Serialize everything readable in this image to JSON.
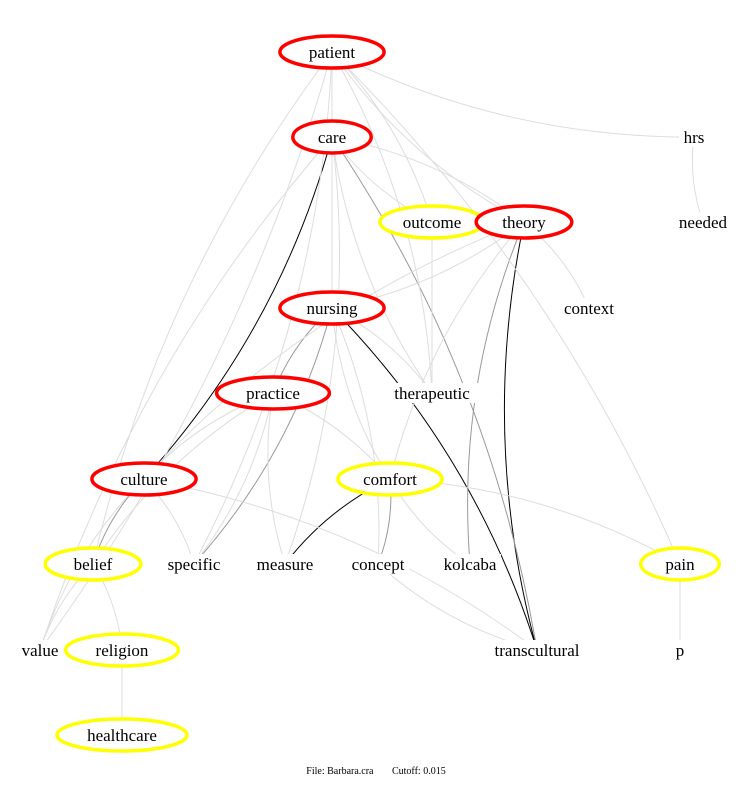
{
  "nodes": [
    {
      "id": "patient",
      "label": "patient",
      "status": "red"
    },
    {
      "id": "care",
      "label": "care",
      "status": "red"
    },
    {
      "id": "outcome",
      "label": "outcome",
      "status": "yellow"
    },
    {
      "id": "theory",
      "label": "theory",
      "status": "red"
    },
    {
      "id": "hrs",
      "label": "hrs",
      "status": "none"
    },
    {
      "id": "needed",
      "label": "needed",
      "status": "none"
    },
    {
      "id": "nursing",
      "label": "nursing",
      "status": "red"
    },
    {
      "id": "context",
      "label": "context",
      "status": "none"
    },
    {
      "id": "practice",
      "label": "practice",
      "status": "red"
    },
    {
      "id": "therapeutic",
      "label": "therapeutic",
      "status": "none"
    },
    {
      "id": "culture",
      "label": "culture",
      "status": "red"
    },
    {
      "id": "comfort",
      "label": "comfort",
      "status": "yellow"
    },
    {
      "id": "belief",
      "label": "belief",
      "status": "yellow"
    },
    {
      "id": "specific",
      "label": "specific",
      "status": "none"
    },
    {
      "id": "measure",
      "label": "measure",
      "status": "none"
    },
    {
      "id": "concept",
      "label": "concept",
      "status": "none"
    },
    {
      "id": "kolcaba",
      "label": "kolcaba",
      "status": "none"
    },
    {
      "id": "pain",
      "label": "pain",
      "status": "yellow"
    },
    {
      "id": "value",
      "label": "value",
      "status": "none"
    },
    {
      "id": "religion",
      "label": "religion",
      "status": "yellow"
    },
    {
      "id": "transcultural",
      "label": "transcultural",
      "status": "none"
    },
    {
      "id": "p",
      "label": "p",
      "status": "none"
    },
    {
      "id": "healthcare",
      "label": "healthcare",
      "status": "yellow"
    }
  ],
  "edges": [
    [
      "patient",
      "care",
      "strong"
    ],
    [
      "care",
      "nursing",
      "strong"
    ],
    [
      "care",
      "culture",
      "strong"
    ],
    [
      "theory",
      "transcultural",
      "strong"
    ],
    [
      "nursing",
      "transcultural",
      "strong"
    ],
    [
      "comfort",
      "measure",
      "strong"
    ],
    [
      "care",
      "transcultural",
      "medium"
    ],
    [
      "culture",
      "belief",
      "medium"
    ],
    [
      "nursing",
      "specific",
      "medium"
    ],
    [
      "nursing",
      "practice",
      "medium"
    ],
    [
      "comfort",
      "concept",
      "medium"
    ],
    [
      "theory",
      "kolcaba",
      "medium"
    ],
    [
      "patient",
      "outcome",
      "weak"
    ],
    [
      "patient",
      "theory",
      "weak"
    ],
    [
      "patient",
      "therapeutic",
      "weak"
    ],
    [
      "patient",
      "hrs",
      "weak"
    ],
    [
      "patient",
      "pain",
      "weak"
    ],
    [
      "patient",
      "belief",
      "weak"
    ],
    [
      "patient",
      "value",
      "weak"
    ],
    [
      "patient",
      "nursing",
      "weak"
    ],
    [
      "patient",
      "specific",
      "weak"
    ],
    [
      "care",
      "outcome",
      "weak"
    ],
    [
      "care",
      "theory",
      "weak"
    ],
    [
      "care",
      "therapeutic",
      "weak"
    ],
    [
      "care",
      "measure",
      "weak"
    ],
    [
      "care",
      "value",
      "weak"
    ],
    [
      "theory",
      "nursing",
      "weak"
    ],
    [
      "theory",
      "culture",
      "weak"
    ],
    [
      "theory",
      "context",
      "weak"
    ],
    [
      "theory",
      "comfort",
      "weak"
    ],
    [
      "outcome",
      "therapeutic",
      "weak"
    ],
    [
      "hrs",
      "needed",
      "weak"
    ],
    [
      "nursing",
      "therapeutic",
      "weak"
    ],
    [
      "nursing",
      "comfort",
      "weak"
    ],
    [
      "nursing",
      "concept",
      "weak"
    ],
    [
      "practice",
      "culture",
      "weak"
    ],
    [
      "practice",
      "comfort",
      "weak"
    ],
    [
      "practice",
      "measure",
      "weak"
    ],
    [
      "practice",
      "specific",
      "weak"
    ],
    [
      "practice",
      "belief",
      "weak"
    ],
    [
      "culture",
      "specific",
      "weak"
    ],
    [
      "culture",
      "value",
      "weak"
    ],
    [
      "culture",
      "transcultural",
      "weak"
    ],
    [
      "comfort",
      "kolcaba",
      "weak"
    ],
    [
      "comfort",
      "pain",
      "weak"
    ],
    [
      "concept",
      "transcultural",
      "weak"
    ],
    [
      "pain",
      "p",
      "weak"
    ],
    [
      "belief",
      "value",
      "weak"
    ],
    [
      "belief",
      "religion",
      "weak"
    ],
    [
      "religion",
      "healthcare",
      "weak"
    ]
  ],
  "colors": {
    "red": "#ff0000",
    "yellow": "#ffff00",
    "strong": "#000000",
    "medium": "#999999",
    "weak": "#dddddd"
  },
  "footer": {
    "file": "File: Barbara.cra",
    "cutoff": "Cutoff: 0.015"
  }
}
